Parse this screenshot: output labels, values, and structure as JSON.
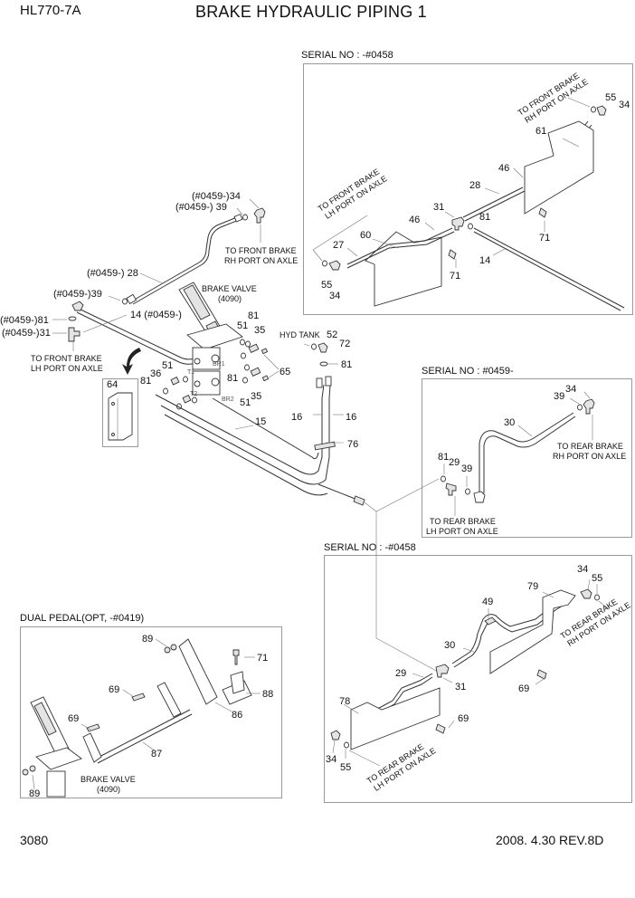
{
  "header": {
    "model": "HL770-7A",
    "title": "BRAKE HYDRAULIC PIPING 1"
  },
  "footer": {
    "page_number": "3080",
    "revision": "2008. 4.30  REV.8D"
  },
  "sections": {
    "front_old": {
      "label": "SERIAL NO : -#0458"
    },
    "rear_new": {
      "label": "SERIAL NO : #0459-"
    },
    "rear_old": {
      "label": "SERIAL NO : -#0458"
    },
    "dual_pedal": {
      "label": "DUAL PEDAL(OPT, -#0419)"
    }
  },
  "notes": {
    "to_front_rh": [
      "TO FRONT BRAKE",
      "RH PORT ON AXLE"
    ],
    "to_front_lh": [
      "TO FRONT BRAKE",
      "LH PORT ON AXLE"
    ],
    "to_rear_rh": [
      "TO REAR BRAKE",
      "RH PORT ON AXLE"
    ],
    "to_rear_lh": [
      "TO REAR BRAKE",
      "LH PORT ON AXLE"
    ],
    "brake_valve": [
      "BRAKE VALVE",
      "(4090)"
    ],
    "hyd_tank": "HYD TANK",
    "ports": {
      "br1": "BR1",
      "br2": "BR2",
      "t1": "T1",
      "t2": "T2"
    }
  },
  "callouts": {
    "main": {
      "p34": "(#0459-)34",
      "p39a": "(#0459-) 39",
      "p28": "(#0459-) 28",
      "p39b": "(#0459-)39",
      "p81a": "(#0459-)81",
      "p31": "(#0459-)31",
      "p14": "14 (#0459-)",
      "p81b": "81",
      "p51a": "51",
      "p35a": "35",
      "p65": "65",
      "p81c": "81",
      "p35b": "35",
      "p51b": "51",
      "p51c": "51",
      "p36": "36",
      "p81d": "81",
      "p64": "64",
      "p15": "15",
      "p16a": "16",
      "p16b": "16",
      "p76": "76",
      "p52": "52",
      "p72": "72",
      "p81e": "81"
    },
    "front_old": {
      "p55a": "55",
      "p34a": "34",
      "p61": "61",
      "p46a": "46",
      "p28": "28",
      "p31": "31",
      "p81": "81",
      "p46b": "46",
      "p60": "60",
      "p27": "27",
      "p71a": "71",
      "p71b": "71",
      "p14": "14",
      "p55b": "55",
      "p34b": "34"
    },
    "rear_new": {
      "p34": "34",
      "p39a": "39",
      "p30": "30",
      "p81": "81",
      "p29": "29",
      "p39b": "39"
    },
    "rear_old": {
      "p34a": "34",
      "p55a": "55",
      "p79": "79",
      "p49": "49",
      "p30": "30",
      "p29": "29",
      "p31": "31",
      "p69a": "69",
      "p78": "78",
      "p69b": "69",
      "p34b": "34",
      "p55b": "55"
    },
    "dual_pedal": {
      "p89a": "89",
      "p71": "71",
      "p69a": "69",
      "p88": "88",
      "p86": "86",
      "p69b": "69",
      "p87": "87",
      "p89b": "89"
    }
  }
}
